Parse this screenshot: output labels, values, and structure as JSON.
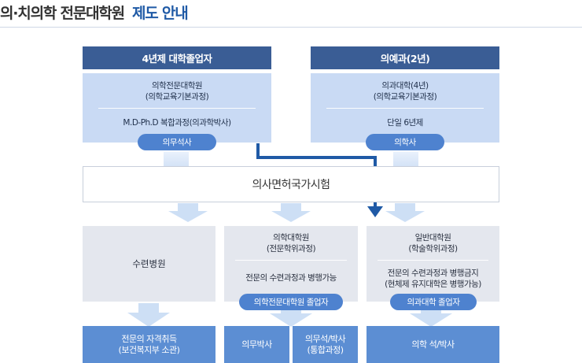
{
  "title": {
    "main": "의·치의학 전문대학원",
    "highlight": "제도 안내"
  },
  "tracks": {
    "left": {
      "header": "4년제 대학졸업자",
      "line1": "의학전문대학원",
      "line2": "(의학교육기본과정)",
      "line3": "M.D-Ph.D 복합과정(의과학박사)",
      "pill": "의무석사"
    },
    "right": {
      "header": "의예과(2년)",
      "line1": "의과대학(4년)",
      "line2": "(의학교육기본과정)",
      "line3": "단일 6년제",
      "pill": "의학사"
    }
  },
  "exam": "의사면허국가시험",
  "lower": {
    "col1": {
      "text": "수련병원"
    },
    "col2": {
      "line1": "의학대학원",
      "line2": "(전문학위과정)",
      "line3": "전문의 수련과정과 병행가능",
      "pill": "의학전문대학원 졸업자"
    },
    "col3": {
      "line1": "일반대학원",
      "line2": "(학술학위과정)",
      "line3": "전문의 수련과정과 병행금지",
      "line4": "(현체제 유지대학은 병행가능)",
      "pill": "의과대학 졸업자"
    }
  },
  "outcomes": {
    "col1": {
      "line1": "전문의 자격취득",
      "line2": "(보건복지부 소관)"
    },
    "col2a": "의무박사",
    "col2b": {
      "line1": "의무석/박사",
      "line2": "(통합과정)"
    },
    "col3": "의학 석/박사"
  },
  "colors": {
    "header": "#3a5d95",
    "card": "#c9daf4",
    "pill": "#4e82cf",
    "outcome": "#5c8ed3",
    "connector": "#1f5aa6"
  }
}
